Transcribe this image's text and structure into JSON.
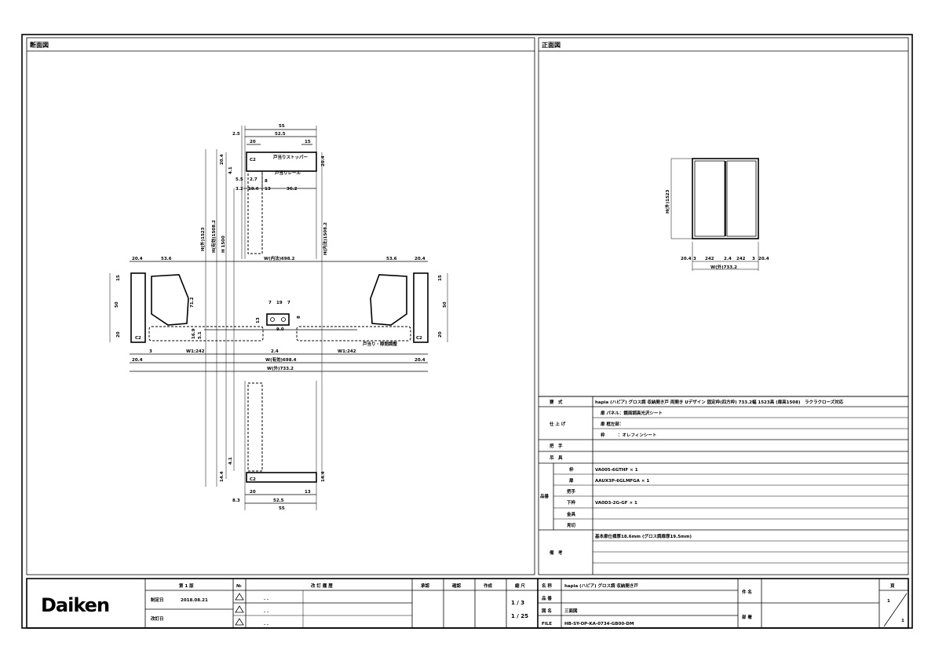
{
  "panels": {
    "section_title": "断面図",
    "front_title": "正面図"
  },
  "section_dims": {
    "top_width": "55",
    "top_inner": "52.5",
    "top_offset": "2.5",
    "top_left": "20",
    "top_right": "15",
    "top_h": "20.4",
    "top_h_right": "20.4",
    "top_small": "4.1",
    "d1": "5.5",
    "d2": "2.7",
    "d3": "3.2",
    "d4": "18.6",
    "d5": "13",
    "d6": "36.2",
    "d7": "8",
    "label_stopper": "戸当りストッパー",
    "label_rail": "戸当りレール",
    "code_top": "C2",
    "v1": "H(外)1523",
    "v2": "H(有効)1508.2",
    "v3": "H 1500",
    "v4": "H(内法)1508.2",
    "w_mid": "W(内法)698.2",
    "left_a": "20.4",
    "left_b": "53.6",
    "right_b": "53.6",
    "right_a": "20.4",
    "side_h": "50",
    "side_top": "15",
    "side_bot": "20",
    "h712": "71.2",
    "c7a": "7",
    "c19": "19",
    "c7b": "7",
    "c13": "13",
    "c8": "8",
    "c90": "9.0",
    "c16": "16.9",
    "c51": "5.1",
    "g3": "3",
    "w_leaf_l": "W1:242",
    "g24": "2.4",
    "w_leaf_r": "W1:242",
    "w_open": "W(有効)698.4",
    "w_total": "W(外)733.2",
    "bot_w": "55",
    "bot_inner": "52.5",
    "bot_offset": "8.3",
    "bot_left": "20",
    "bot_right": "13",
    "bot_h": "14.4",
    "bot_h2": "14.4",
    "bot_small": "4.1",
    "code_bot": "C2",
    "code_l": "C2",
    "code_r": "C2",
    "note_bottom": "戸当り・隙間調整"
  },
  "front_dims": {
    "height": "H(外)1523",
    "w1": "20.4",
    "w2": "3",
    "w3": "242",
    "w4": "2.4",
    "w5": "242",
    "w6": "3",
    "w7": "20.4",
    "total": "W(外)733.2"
  },
  "spec_table": {
    "model_label": "要　式",
    "model_value": "hapia (ハピア) グロス調 収納開き戸 両開き Uデザイン 固定枠(四方枠) 733.2幅 1523高 (扉高1508)　ラクラクローズ対応",
    "finish_label": "仕 上 げ",
    "finish_rows": [
      "扉 パネル：鏡面調高光沢シート",
      "扉 框左部：",
      "枠　　　：オレフィンシート"
    ],
    "handle_label": "把　手",
    "hinge_label": "吊　具",
    "partnum_label": "品番",
    "parts": [
      {
        "name": "枠",
        "value": "VA005-6GTHF × 1"
      },
      {
        "name": "扉",
        "value": "AAUX3P-6GLMFGA × 1"
      },
      {
        "name": "把手",
        "value": ""
      },
      {
        "name": "下枠",
        "value": "VA0D3-2G-GF × 1"
      },
      {
        "name": "金具",
        "value": ""
      },
      {
        "name": "見切",
        "value": ""
      }
    ],
    "remarks_label": "備　考",
    "remarks": [
      "基本扉仕様厚18.6mm (グロス調扉厚19.5mm)",
      "",
      "",
      ""
    ]
  },
  "title_block": {
    "logo": "Daiken",
    "edition": "第 1 版",
    "established_label": "制定日",
    "established_date": "2018.08.21",
    "revised_label": "改訂日",
    "no_label": "№",
    "revision_history_label": "改 訂 履 歴",
    "revision_rows": [
      ". .",
      ". .",
      ". ."
    ],
    "approved_label": "承認",
    "checked_label": "確認",
    "created_label": "作成",
    "scale_label": "縮 尺",
    "scale_values": [
      "1 / 3",
      "1 / 25"
    ],
    "name_label": "名 称",
    "name_value": "hapia (ハピア) グロス調 収納開き戸",
    "partno_label": "品 番",
    "partno_value": "",
    "drawing_label": "図 名",
    "drawing_value": "三面図",
    "file_label": "FILE",
    "file_value": "HB-SY-OP-KA-0734-GB00-DM",
    "subject_label": "件 名",
    "dept_label": "部 署",
    "page_label": "頁",
    "page_current": "1",
    "page_total": "1"
  }
}
